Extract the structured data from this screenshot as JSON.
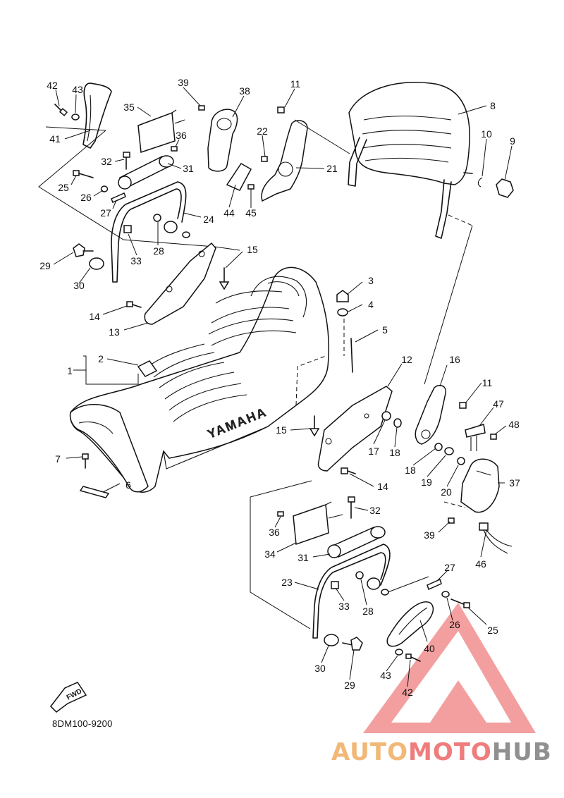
{
  "diagram": {
    "code": "8DM100-9200",
    "seat_brand": "YAMAHA",
    "direction_label": "FWD",
    "callouts": {
      "n1": "1",
      "n2": "2",
      "n3": "3",
      "n4": "4",
      "n5": "5",
      "n6": "6",
      "n7": "7",
      "n8": "8",
      "n9": "9",
      "n10": "10",
      "n11": "11",
      "n12": "12",
      "n13": "13",
      "n14": "14",
      "n15": "15",
      "n16": "16",
      "n17": "17",
      "n18": "18",
      "n19": "19",
      "n20": "20",
      "n21": "21",
      "n22": "22",
      "n23": "23",
      "n24": "24",
      "n25": "25",
      "n26": "26",
      "n27": "27",
      "n28": "28",
      "n29": "29",
      "n30": "30",
      "n31": "31",
      "n32": "32",
      "n33": "33",
      "n34": "34",
      "n35": "35",
      "n36": "36",
      "n37": "37",
      "n38": "38",
      "n39": "39",
      "n40": "40",
      "n41": "41",
      "n42": "42",
      "n43": "43",
      "n44": "44",
      "n45": "45",
      "n46": "46",
      "n47": "47",
      "n48": "48"
    }
  },
  "watermark": {
    "brand_part1": "AUTO",
    "brand_part2": "MOTO",
    "brand_part3": "HUB",
    "colors": {
      "auto": "#f1b877",
      "moto": "#ef7d7d",
      "hub": "#909090",
      "triangle": "#ee6f6f"
    }
  }
}
